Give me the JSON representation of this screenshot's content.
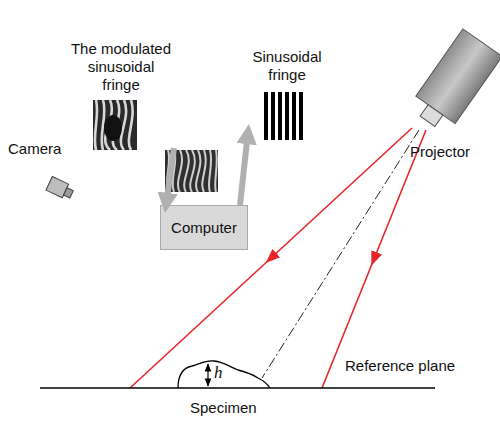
{
  "diagram": {
    "nodes": [
      {
        "text": [
          "The modulated sinusoidal fringe"
        ]
      },
      {
        "text": [
          "Computer"
        ]
      },
      {
        "text": [
          "Sinusoidal fringe"
        ]
      }
    ],
    "edges": [
      {
        "from": 0,
        "to": 1,
        "arrow": "to"
      },
      {
        "from": 1,
        "to": 2,
        "arrow": "to"
      }
    ],
    "labels": [
      "Camera",
      "Projector",
      "Reference plane",
      "Specimen",
      "h"
    ]
  }
}
